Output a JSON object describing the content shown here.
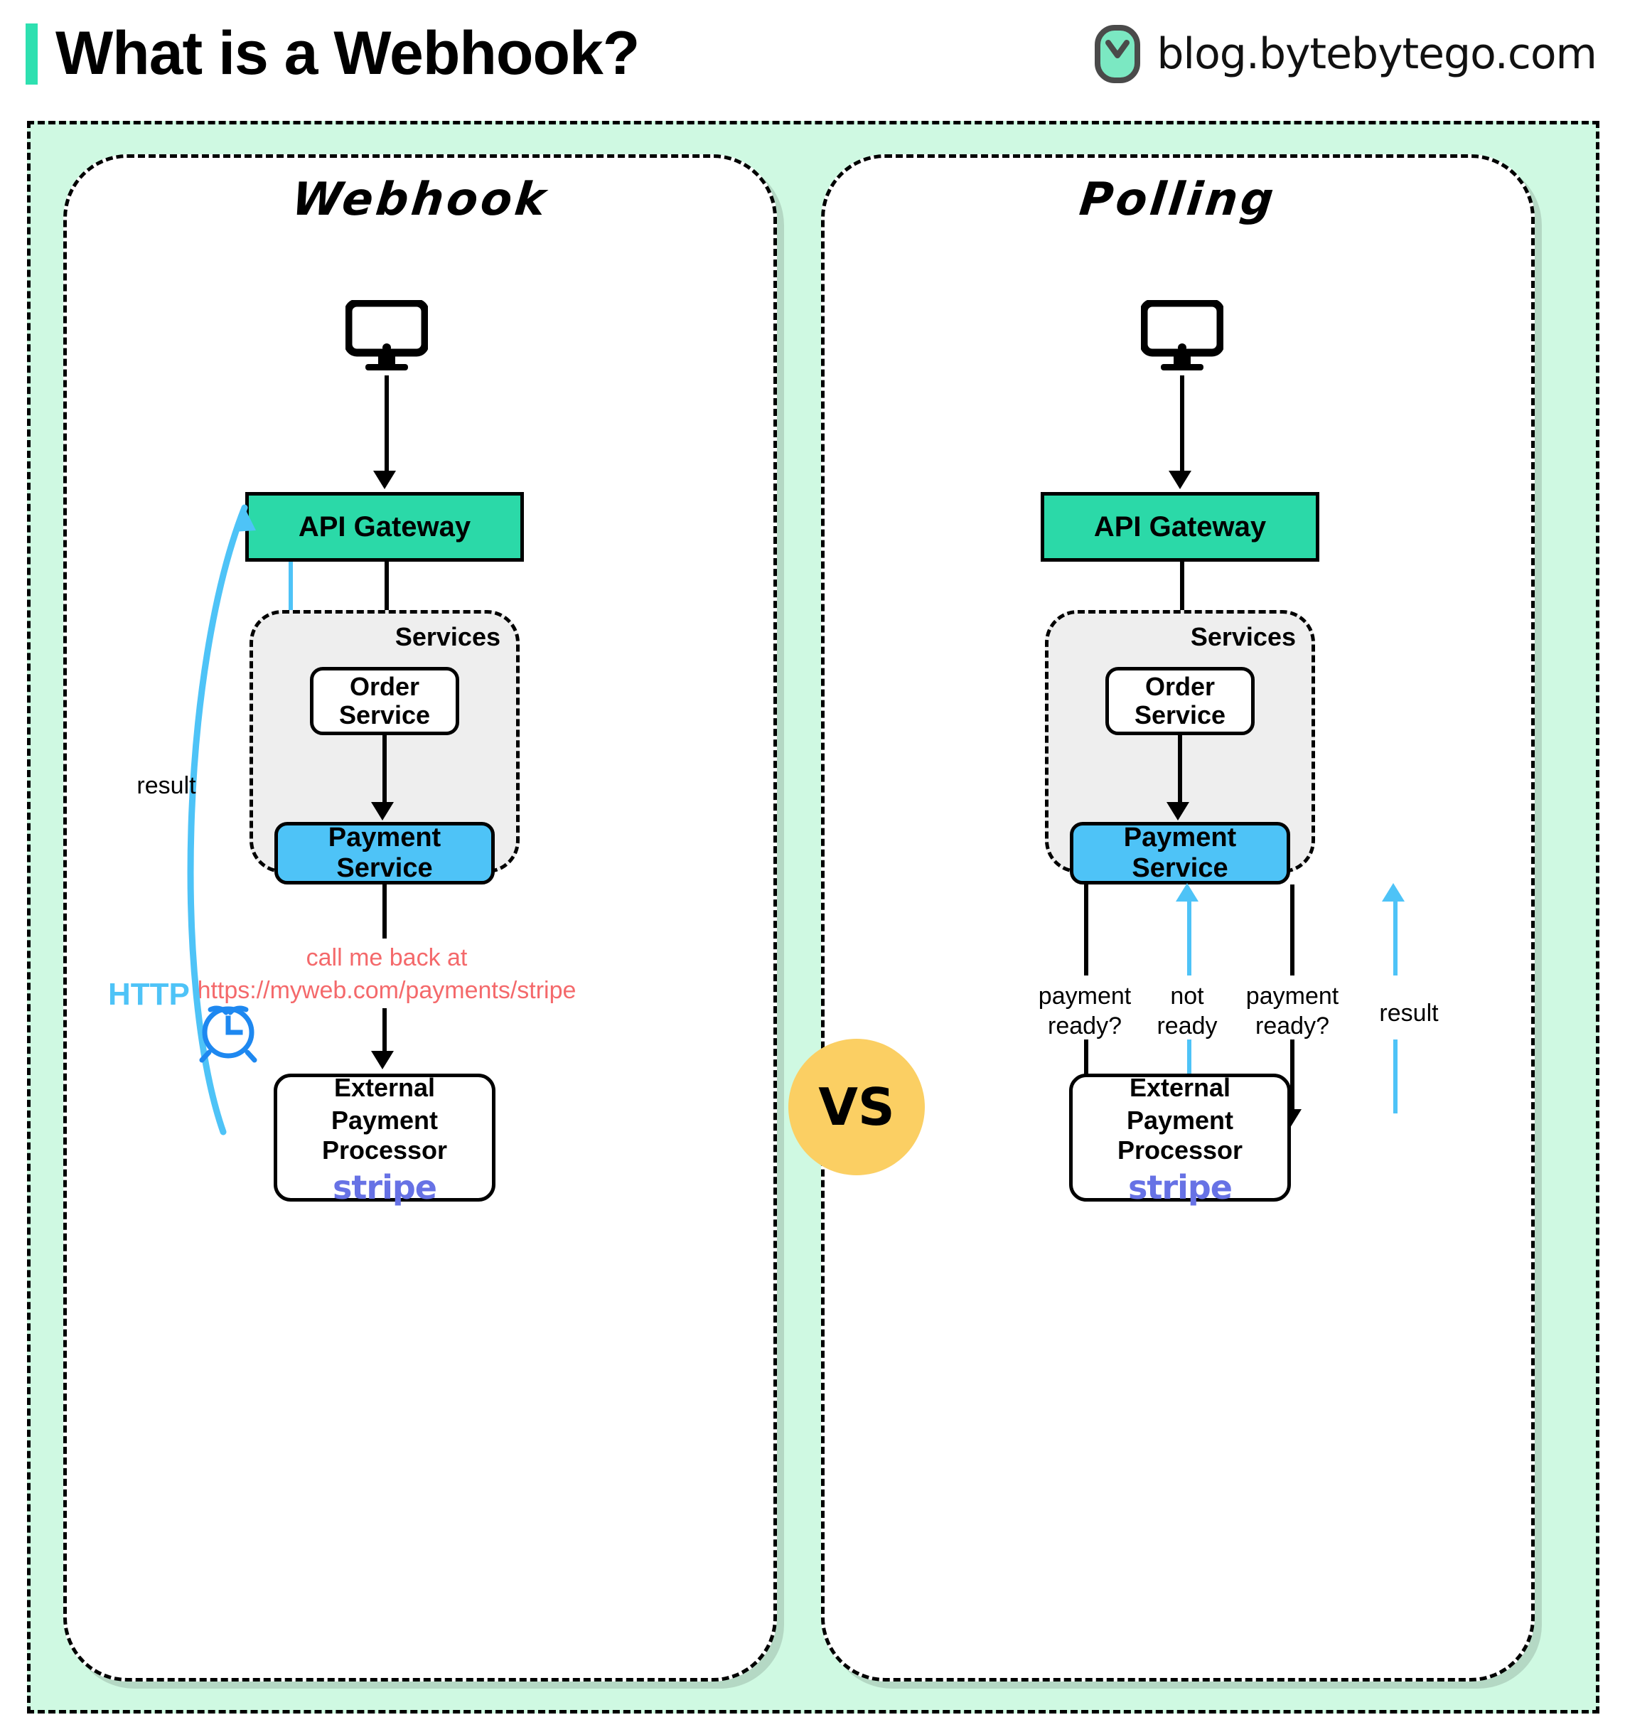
{
  "header": {
    "title": "What is a Webhook?",
    "brand": "blog.bytebytego.com",
    "accent_color": "#2EE0B0",
    "logo_name": "bytebytego-logo"
  },
  "vs_badge": {
    "label": "VS",
    "color": "#FBCF63"
  },
  "colors": {
    "canvas_mint": "#CFF9E2",
    "api_gateway": "#2BD9A8",
    "payment_service": "#4EC3F7",
    "services_group": "#EEEEEE",
    "callback_red": "#F4696B",
    "http_blue": "#4EC3F7",
    "clock_blue": "#1E88F0",
    "stripe_purple": "#6772E5"
  },
  "panels": [
    {
      "id": "webhook",
      "title": "Webhook",
      "nodes": {
        "client": "client-monitor",
        "api_gateway": "API Gateway",
        "services_label": "Services",
        "order_service": "Order\nService",
        "order_service_line1": "Order",
        "order_service_line2": "Service",
        "payment_service": "Payment Service",
        "external_line1": "External",
        "external_line2": "Payment Processor",
        "stripe": "stripe"
      },
      "labels": {
        "callback_line1": "call me back at",
        "callback_line2": "https://myweb.com/payments/stripe",
        "result": "result",
        "http": "HTTP"
      }
    },
    {
      "id": "polling",
      "title": "Polling",
      "nodes": {
        "client": "client-monitor",
        "api_gateway": "API Gateway",
        "services_label": "Services",
        "order_service_line1": "Order",
        "order_service_line2": "Service",
        "payment_service": "Payment Service",
        "external_line1": "External",
        "external_line2": "Payment Processor",
        "stripe": "stripe"
      },
      "labels": {
        "poll1_line1": "payment",
        "poll1_line2": "ready?",
        "poll2_line1": "not",
        "poll2_line2": "ready",
        "poll3_line1": "payment",
        "poll3_line2": "ready?",
        "poll4": "result"
      }
    }
  ]
}
